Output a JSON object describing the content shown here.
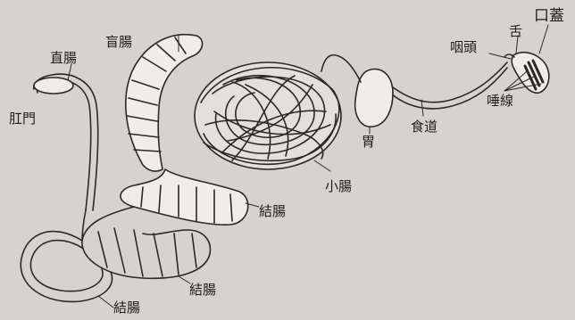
{
  "labels": {
    "mouth": "口蓋",
    "tongue": "舌",
    "pharynx": "咽頭",
    "salivary": "唾線",
    "esophagus": "食道",
    "stomach": "胃",
    "small_intestine": "小腸",
    "cecum": "盲腸",
    "rectum": "直腸",
    "anus": "肛門",
    "colon_1": "結腸",
    "colon_2": "結腸",
    "colon_3": "結腸"
  },
  "colors": {
    "paper": "#d6d3cd",
    "ink": "#2a2926",
    "fill": "#efede8"
  }
}
